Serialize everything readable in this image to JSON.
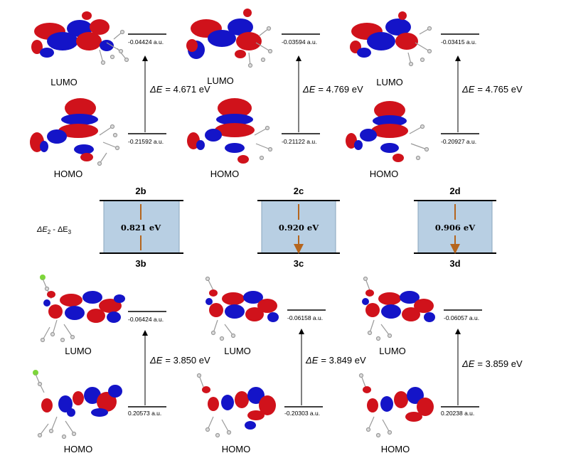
{
  "top_row": [
    {
      "lumo_label": "LUMO",
      "homo_label": "HOMO",
      "lumo_energy": "-0.04424 a.u.",
      "homo_energy": "-0.21592 a.u.",
      "delta_value": "= 4.671 eV"
    },
    {
      "lumo_label": "LUMO",
      "homo_label": "HOMO",
      "lumo_energy": "-0.03594 a.u.",
      "homo_energy": "-0.21122 a.u.",
      "delta_value": "= 4.769 eV"
    },
    {
      "lumo_label": "LUMO",
      "homo_label": "HOMO",
      "lumo_energy": "-0.03415 a.u.",
      "homo_energy": "-0.20927 a.u.",
      "delta_value": "= 4.765 eV"
    }
  ],
  "bottom_row": [
    {
      "lumo_label": "LUMO",
      "homo_label": "HOMO",
      "lumo_energy": "-0.06424 a.u.",
      "homo_energy": "0.20573 a.u.",
      "delta_value": "= 3.850 eV"
    },
    {
      "lumo_label": "LUMO",
      "homo_label": "HOMO",
      "lumo_energy": "-0.06158 a.u.",
      "homo_energy": "-0.20303 a.u.",
      "delta_value": "= 3.849 eV"
    },
    {
      "lumo_label": "LUMO",
      "homo_label": "HOMO",
      "lumo_energy": "-0.06057 a.u.",
      "homo_energy": "0.20238 a.u.",
      "delta_value": "= 3.859 eV"
    }
  ],
  "delta_symbol": "ΔE",
  "comparison": {
    "side_label_delta": "ΔE",
    "side_label_sub1": "2",
    "side_label_minus": " - ΔE",
    "side_label_sub2": "3",
    "boxes": [
      {
        "top_label": "2b",
        "bottom_label": "3b",
        "value": "0.821 eV"
      },
      {
        "top_label": "2c",
        "bottom_label": "3c",
        "value": "0.920 eV"
      },
      {
        "top_label": "2d",
        "bottom_label": "3d",
        "value": "0.906 eV"
      }
    ]
  },
  "colors": {
    "orbital_positive": "#d0121b",
    "orbital_negative": "#1414c8",
    "box_fill": "#b8cfe3",
    "box_arrow": "#b5651d"
  }
}
